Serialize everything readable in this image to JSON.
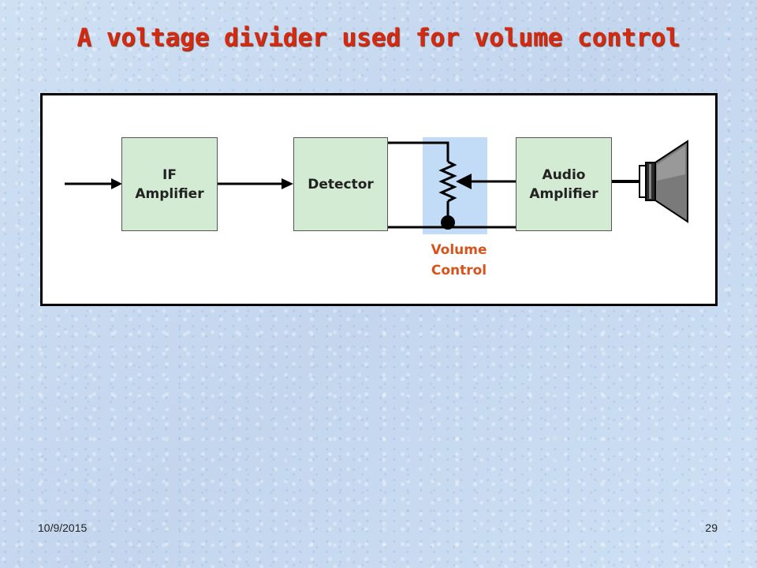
{
  "slide": {
    "title": "A voltage divider used for volume control",
    "date": "10/9/2015",
    "page_number": "29"
  },
  "diagram": {
    "if_amplifier": "IF\nAmplifier",
    "detector": "Detector",
    "audio_amplifier": "Audio\nAmplifier",
    "volume_control": "Volume\nControl"
  },
  "colors": {
    "title": "#d62a10",
    "block_fill": "#d3ead3",
    "volume_highlight": "#c2dcf8",
    "volume_label": "#d6541c"
  }
}
